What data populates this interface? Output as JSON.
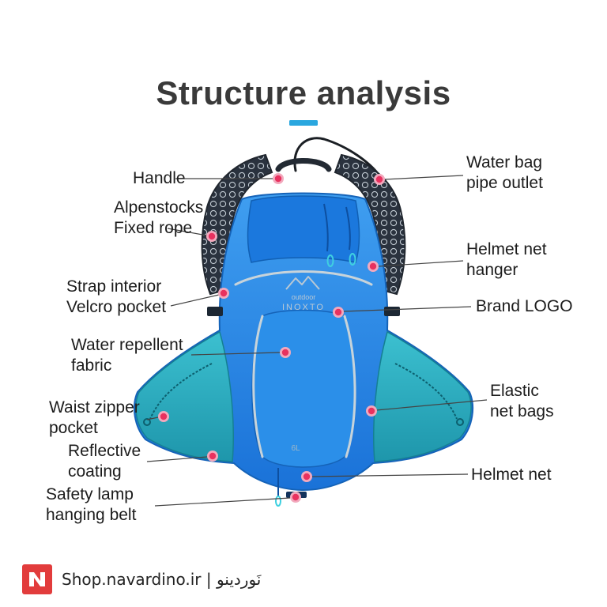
{
  "title": "Structure analysis",
  "callouts": {
    "handle": "Handle",
    "alpenstocks": "Alpenstocks\nFixed rope",
    "strap_interior": "Strap interior\nVelcro pocket",
    "water_repellent": "Water repellent\nfabric",
    "waist_zipper": "Waist zipper\npocket",
    "reflective": "Reflective\ncoating",
    "safety_lamp": "Safety lamp\nhanging belt",
    "water_bag": "Water bag\npipe outlet",
    "helmet_hanger": "Helmet net\nhanger",
    "brand_logo": "Brand LOGO",
    "elastic_net": "Elastic\nnet bags",
    "helmet_net": "Helmet net"
  },
  "backpack": {
    "brand_line1": "outdoor",
    "brand_line2": "INOXTO",
    "capacity": "6L"
  },
  "footer": {
    "site_text": "Shop.navardino.ir | نَوردینو"
  },
  "colors": {
    "accent_blue": "#2aa7df",
    "pack_blue": "#1f86e0",
    "pack_teal": "#2ab0c0",
    "dot_pink": "#e8315f",
    "logo_red": "#e23c3c"
  }
}
